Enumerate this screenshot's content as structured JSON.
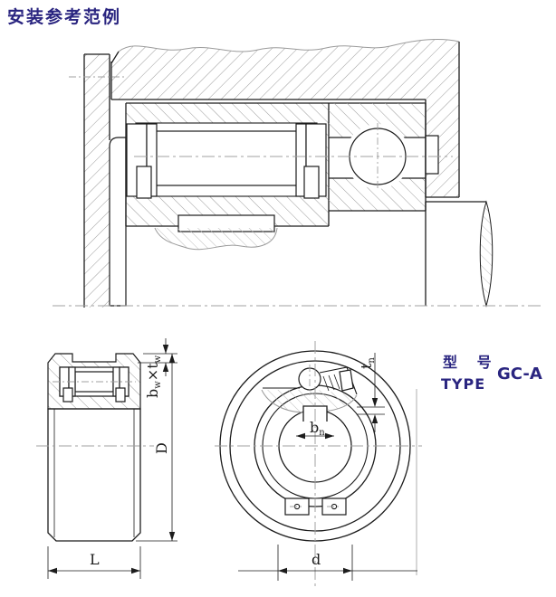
{
  "title": "安装参考范例",
  "model": {
    "label_cn": "型 号",
    "label_en": "TYPE",
    "value": "GC-A"
  },
  "dimensions": {
    "side_view": {
      "length": "L",
      "outer_diameter": "D",
      "key_slot_b": "b",
      "key_slot_b_sub": "w",
      "key_slot_t": "×t",
      "key_slot_t_sub": "w"
    },
    "front_view": {
      "bore": "d",
      "keyway_width": "b",
      "keyway_width_sub": "n",
      "keyway_depth": "t",
      "keyway_depth_sub": "n"
    }
  },
  "colors": {
    "navy": "#2a2580",
    "line": "#1c1c1c",
    "hatch": "#9b9b9b",
    "hatchlight": "#bdbdbd",
    "center": "#a0a0a0"
  }
}
